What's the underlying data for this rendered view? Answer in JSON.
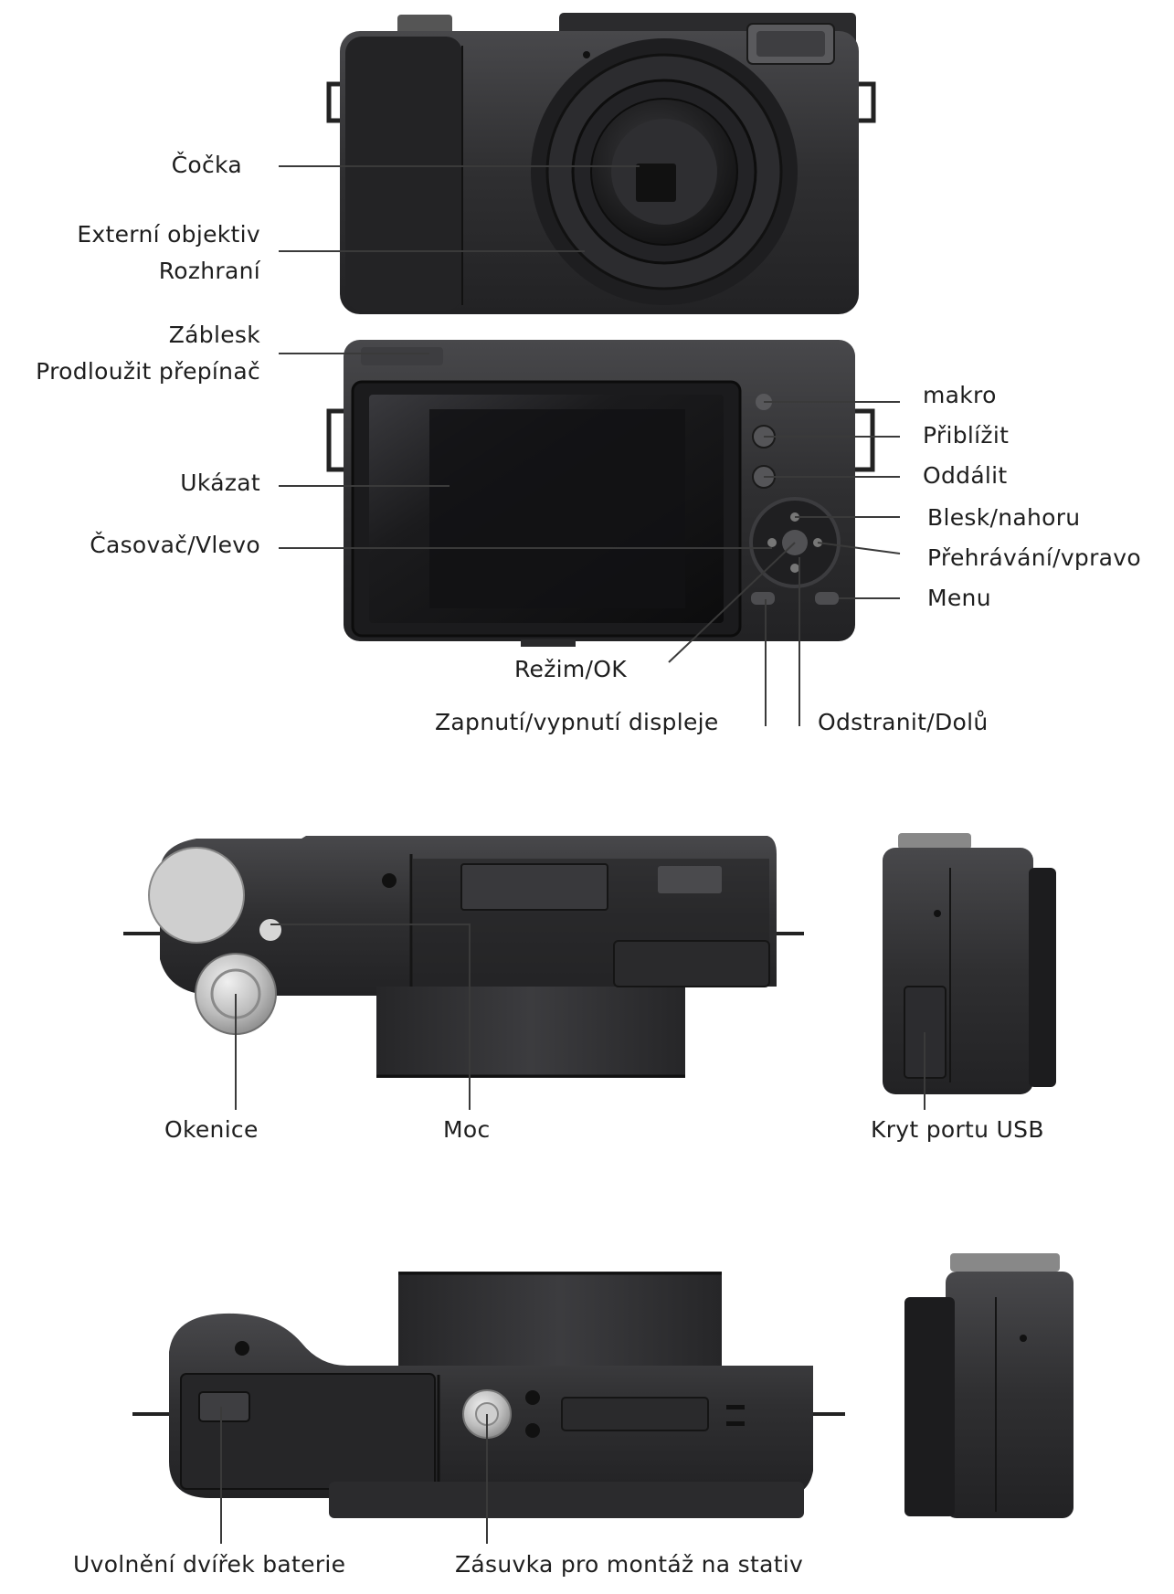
{
  "labels": {
    "cocka": "Čočka",
    "externi_objektiv": "Externí objektiv",
    "rozhrani": "Rozhraní",
    "zablesk": "Záblesk",
    "prodlouzit_prepinac": "Prodloužit přepínač",
    "ukazat": "Ukázat",
    "casovac_vlevo": "Časovač/Vlevo",
    "makro": "makro",
    "priblizit": "Přiblížit",
    "oddalit": "Oddálit",
    "blesk_nahoru": "Blesk/nahoru",
    "prehravani_vpravo": "Přehrávání/vpravo",
    "menu": "Menu",
    "rezim_ok": "Režim/OK",
    "zapnuti_displeje": "Zapnutí/vypnutí displeje",
    "odstranit_dolu": "Odstranit/Dolů",
    "okenice": "Okenice",
    "moc": "Moc",
    "kryt_usb": "Kryt portu USB",
    "uvolneni_dvirek": "Uvolnění dvířek baterie",
    "zasuvka_stativ": "Zásuvka pro montáž na stativ"
  },
  "colors": {
    "body": "#2e2e30",
    "body_dark": "#1d1d1f",
    "body_light": "#4a4a4d",
    "screen": "#141416",
    "silver": "#bdbdbd",
    "leader": "#3a3a3a"
  }
}
